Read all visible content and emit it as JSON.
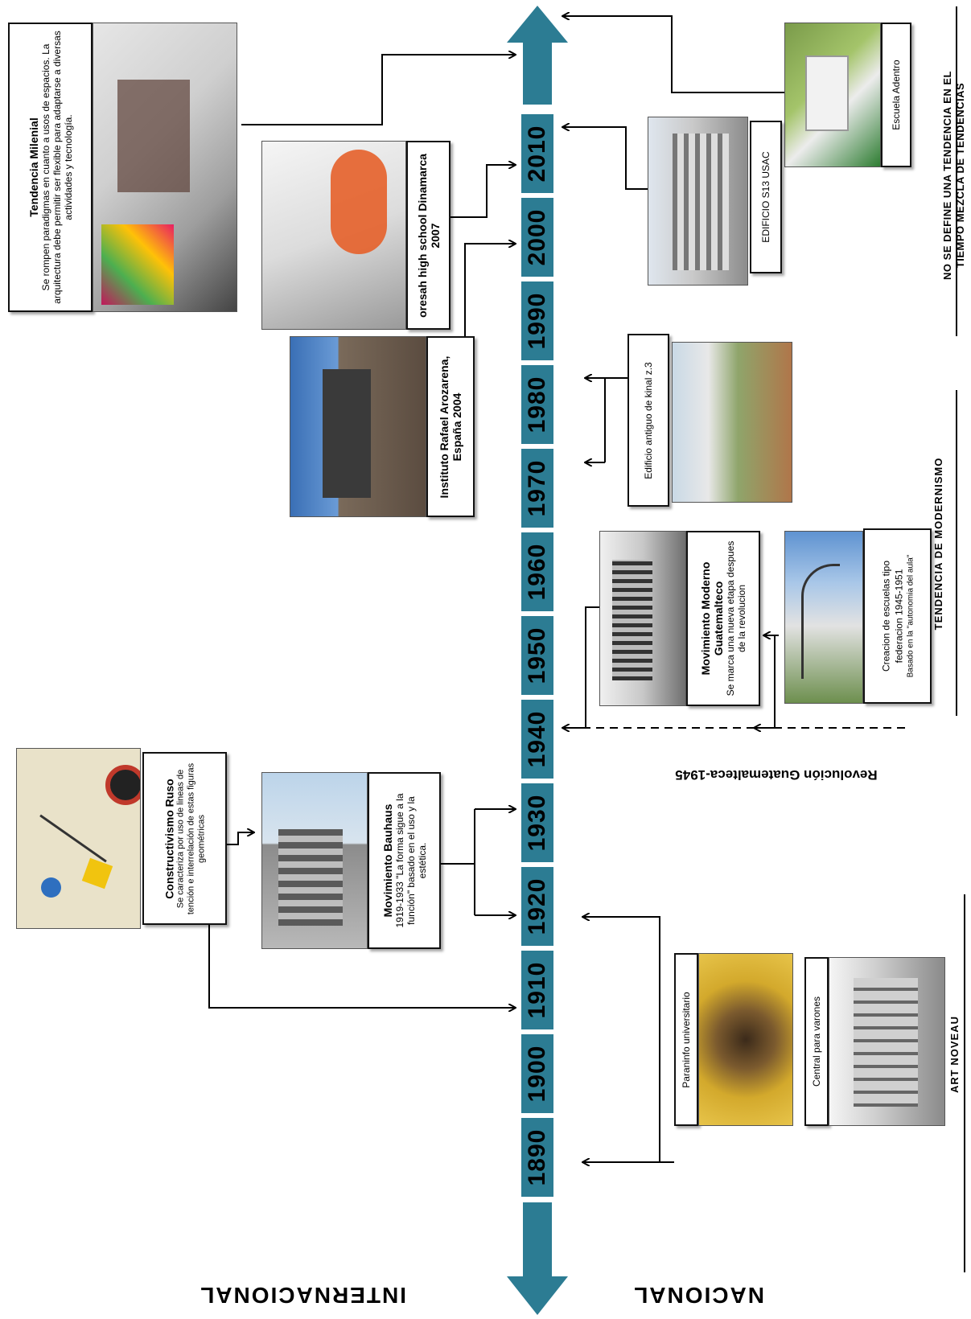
{
  "timeline": {
    "decades": [
      "1890",
      "1900",
      "1910",
      "1920",
      "1930",
      "1940",
      "1950",
      "1960",
      "1970",
      "1980",
      "1990",
      "2000",
      "2010"
    ],
    "accent": "#2c7c93"
  },
  "sections": {
    "internacional": "INTERNACIONAL",
    "nacional": "NACIONAL"
  },
  "revolution_label": "Revolución Guatemalteca-1945",
  "side_labels": {
    "art_noveau": "ART NOVEAU",
    "modernismo": "TENDENCIA DE MODERNISMO",
    "no_tendencia_1": "NO SE DEFINE UNA TENDENCIA EN EL",
    "no_tendencia_2": "TIEMPO MEZCLA DE TENDENCIAS"
  },
  "cards": {
    "milenial": {
      "title": "Tendencia Milenial",
      "text": "Se rompen paradigmas en cuanto a usos de espacios. La arquitectura debe permitir ser flexible para adaptarse a diversas actividades y tecnología."
    },
    "oresah": {
      "title": "oresah high school Dinamarca 2007"
    },
    "rafael": {
      "title": "Instituto Rafael Arozarena, España 2004"
    },
    "constructivismo": {
      "title": "Constructivismo Ruso",
      "text": "Se caracteriza por uso de lineas de tención e interrelación de estas figuras geométricas"
    },
    "bauhaus": {
      "title": "Movimiento Bauhaus",
      "text": "1919-1933 \"La forma sigue a la función\" basado en el uso y la estética."
    },
    "escuela_adentro": {
      "title": "Escuela Adentro"
    },
    "s13": {
      "title": "EDIFICIO S13 USAC"
    },
    "kinal": {
      "title": "Edificio antiguo de kinal z.3"
    },
    "moderno_gt": {
      "title": "Movimiento Moderno Guatemalteco",
      "text": "Se marca una nueva etapa despues de la revolucion"
    },
    "escuelas_tipo": {
      "title": "Creacion de escuelas tipo federacion 1945-1951",
      "text": "Basado en la \"autonomia del aula\""
    },
    "paraninfo": {
      "title": "Paraninfo universitario"
    },
    "central": {
      "title": "Central para varones"
    }
  }
}
